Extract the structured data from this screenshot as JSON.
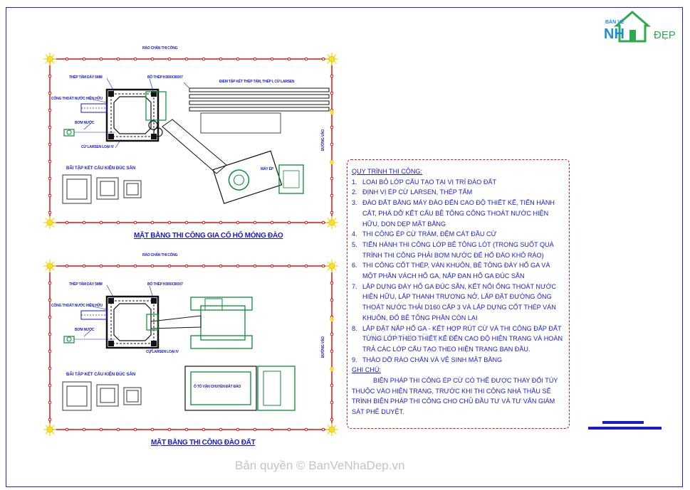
{
  "logo": {
    "top_text": "BẢN VẼ",
    "nh": "NH",
    "dep": "ĐẸP",
    "colors": {
      "blue": "#1f8ed6",
      "green": "#2fa84f"
    }
  },
  "plan_top": {
    "fence_label": "RÀO CHẮN THI CÔNG",
    "sheet_pile_label": "THÉP TẤM DÀY 5MM",
    "drain_label": "CỐNG THOÁT NƯỚC HIỆN HỮU",
    "pump_label": "BƠM NƯỚC",
    "larsen_label": "CỪ LARSEN LOẠI IV",
    "steel_label": "BỐ THÉP H300X300X7",
    "stockpile_label": "ĐIỂM TẬP KẾT THÉP TẤM, THÉP I, CỪ LARSEN",
    "excavator_label": "MÁY ÉP",
    "precast_label": "BÃI TẬP KẾT CẤU KIỆN ĐÚC SẴN",
    "road_label": "ĐƯỜNG VÀO",
    "title": "MẶT BẰNG THI CÔNG GIA CỐ HỐ MÓNG ĐÀO"
  },
  "plan_bottom": {
    "fence_label": "RÀO CHẮN THI CÔNG",
    "sheet_pile_label": "THÉP TẤM DÀY 5MM",
    "drain_label": "CỐNG THOÁT NƯỚC HIỆN HỮU",
    "pump_label": "BƠM NƯỚC",
    "larsen_label": "CỪ LARSEN LOẠI IV",
    "steel_label": "BỐ THÉP H300X300X7",
    "truck_label": "Ô TÔ VẬN CHUYỂN ĐẤT ĐÀO",
    "precast_label": "BÃI TẬP KẾT CẤU KIỆN ĐÚC SẴN",
    "road_label": "ĐƯỜNG VÀO",
    "title": "MẶT BẰNG THI CÔNG ĐÀO ĐẤT"
  },
  "notes": {
    "heading": "QUY TRÌNH THI CÔNG:",
    "steps": [
      {
        "num": "1.",
        "text": "LOẠI BỎ LỚP CẤU TẠO TẠI VỊ TRÍ ĐÀO ĐẤT"
      },
      {
        "num": "2.",
        "text": "ĐỊNH VỊ ÉP CỪ LARSEN, THÉP TẤM"
      },
      {
        "num": "3.",
        "text": "ĐÀO ĐẤT BẰNG MÁY ĐÀO ĐẾN CAO ĐỘ THIẾT KẾ, TIẾN HÀNH CẮT, PHÁ DỠ KẾT CẤU BÊ TÔNG CỐNG THOÁT NƯỚC HIỆN HỮU, DỌN DẸP MẶT BẰNG"
      },
      {
        "num": "4.",
        "text": "THI CÔNG ÉP CỪ TRÀM, ĐỆM CÁT ĐẦU CỪ"
      },
      {
        "num": "5.",
        "text": "TIẾN HÀNH THI CÔNG LỚP BÊ TÔNG LÓT (TRONG SUỐT QUÁ TRÌNH THI CÔNG PHẢI BƠM NƯỚC ĐỂ HỐ ĐÀO KHÔ RÁO)"
      },
      {
        "num": "6.",
        "text": "THI CÔNG CỐT THÉP, VÁN KHUÔN, BÊ TÔNG ĐÁY HỐ GA VÀ MỘT PHẦN VÁCH HỐ GA, NẮP ĐAN HỐ GA ĐÚC SẴN"
      },
      {
        "num": "7.",
        "text": "LẮP DỰNG ĐÁY HỐ GA ĐÚC SẴN, KẾT NỐI ỐNG THOÁT NƯỚC HIỆN HỮU, LẮP THANH TRƯƠNG NỞ, LẮP ĐẶT ĐƯỜNG ỐNG THOÁT NƯỚC THẢI D160 CẤP 3 VÀ LẮP DỰNG CỐT THÉP VÁN KHUÔN, ĐỔ BÊ TÔNG PHẦN CÒN LẠI"
      },
      {
        "num": "8.",
        "text": "LẮP ĐẶT NẮP HỐ GA - KẾT HỢP RÚT CỪ VÀ THI CÔNG ĐẮP ĐẤT TỪNG LỚP THEO THIẾT KẾ ĐẾN CAO ĐỘ HIỆN TRẠNG VÀ HOÀN TRẢ CÁC LỚP CẤU TẠO THEO HIỆN TRẠNG BAN ĐẦU."
      },
      {
        "num": "9.",
        "text": "THÁO DỠ RÀO CHẮN VÀ VỆ SINH MẶT BẰNG"
      }
    ],
    "note_heading": "GHI CHÚ:",
    "note_text": "BIỆN PHÁP THI CÔNG ÉP CỪ CÓ THỂ ĐƯỢC THAY ĐỔI TÙY THUỘC VÀO HIỆN TRẠNG, TRƯỚC KHI THI CÔNG NHÀ THẦU SẼ TRÌNH BIỆN PHÁP THI CÔNG CHO CHỦ ĐẦU TƯ VÀ TƯ VẤN GIÁM SÁT PHÊ DUYỆT."
  },
  "watermark": "Bản quyền © BanVeNhaDep.vn",
  "watermark_mid": "BanVeNhaDep.vn",
  "colors": {
    "line_blue": "#1a1ad0",
    "fence_red": "#e01010",
    "equip_green": "#0b8a3a",
    "lamp_yellow": "#f5e02a"
  }
}
